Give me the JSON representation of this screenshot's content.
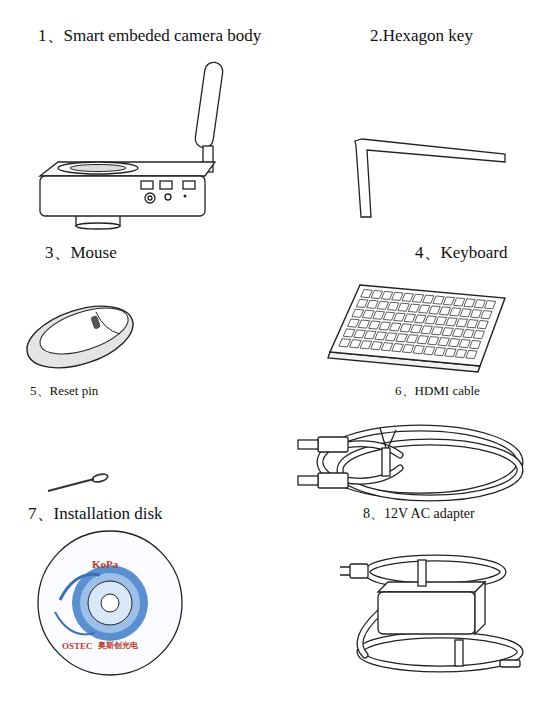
{
  "diagram": {
    "labels": [
      "1、Smart embeded camera body",
      "2.Hexagon key",
      "3、Mouse",
      "4、Keyboard",
      "5、Reset pin",
      "6、HDMI cable",
      "7、Installation disk",
      "8、12V AC adapter",
      "KoPa",
      "OSTEC",
      "奥斯创光电"
    ]
  }
}
